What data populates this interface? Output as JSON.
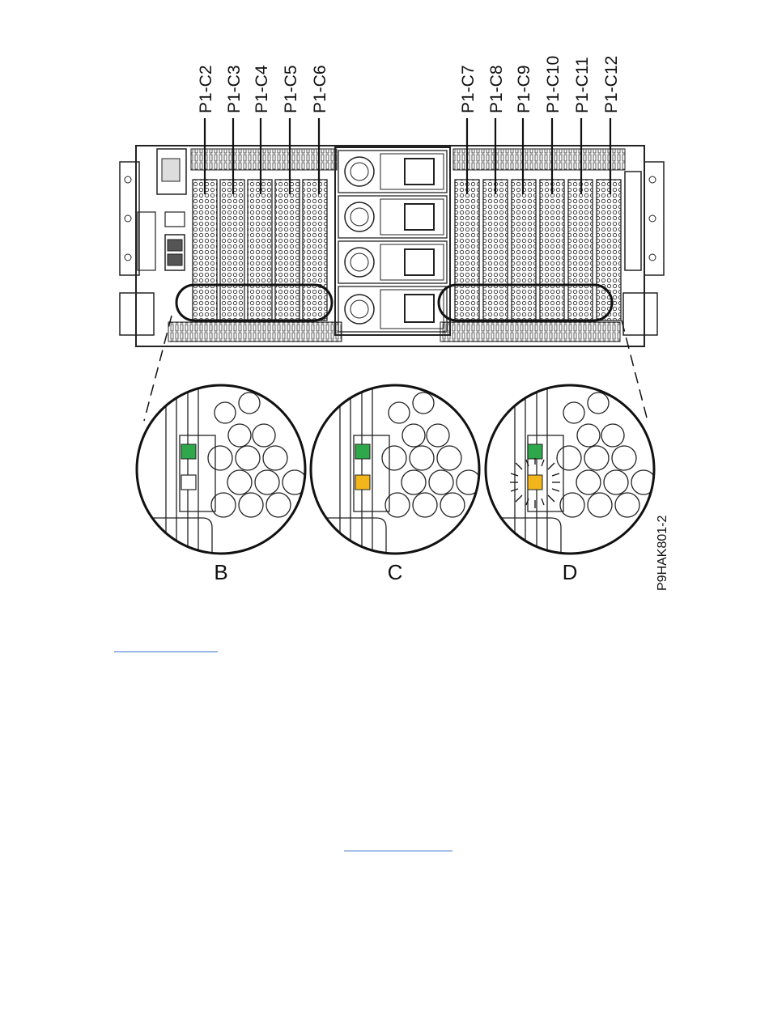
{
  "figure": {
    "slot_labels_left": [
      "P1-C2",
      "P1-C3",
      "P1-C4",
      "P1-C5",
      "P1-C6"
    ],
    "slot_labels_right": [
      "P1-C7",
      "P1-C8",
      "P1-C9",
      "P1-C10",
      "P1-C11",
      "P1-C12"
    ],
    "insets": [
      {
        "label": "B",
        "top_led": "green",
        "bottom_led": "off"
      },
      {
        "label": "C",
        "top_led": "green",
        "bottom_led": "amber"
      },
      {
        "label": "D",
        "top_led": "green",
        "bottom_led": "amber-flashing"
      }
    ],
    "figure_id": "P9HAK801-2",
    "colors": {
      "led_green": "#2ea84a",
      "led_amber": "#f2b51c",
      "led_off": "#ffffff",
      "link": "#3b6fcf"
    }
  }
}
